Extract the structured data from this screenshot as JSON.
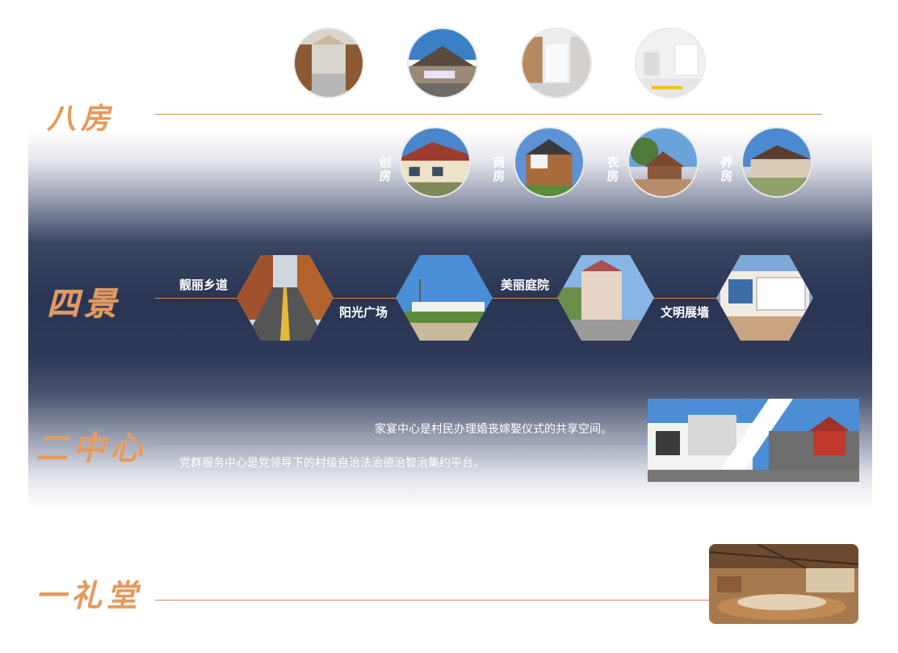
{
  "sections": {
    "bafang": {
      "title": "八房"
    },
    "sijing": {
      "title": "四景"
    },
    "erzhongxin": {
      "title": "二中心"
    },
    "yilitang": {
      "title": "一礼堂"
    }
  },
  "bafang_labels": [
    {
      "line1": "创",
      "line2": "房"
    },
    {
      "line1": "商",
      "line2": "房"
    },
    {
      "line1": "农",
      "line2": "房"
    },
    {
      "line1": "养",
      "line2": "房"
    }
  ],
  "sijing_labels": [
    "靓丽乡道",
    "阳光广场",
    "美丽庭院",
    "文明展墙"
  ],
  "erzhongxin_text": {
    "line1": "家宴中心是村民办理婚丧嫁娶仪式的共享空间。",
    "line2": "党群服务中心是党领导下的村级自治法治德治智治集约平台。"
  },
  "colors": {
    "accent": "#e59a5d",
    "line": "#d48a4f",
    "band": "#2a3553"
  }
}
